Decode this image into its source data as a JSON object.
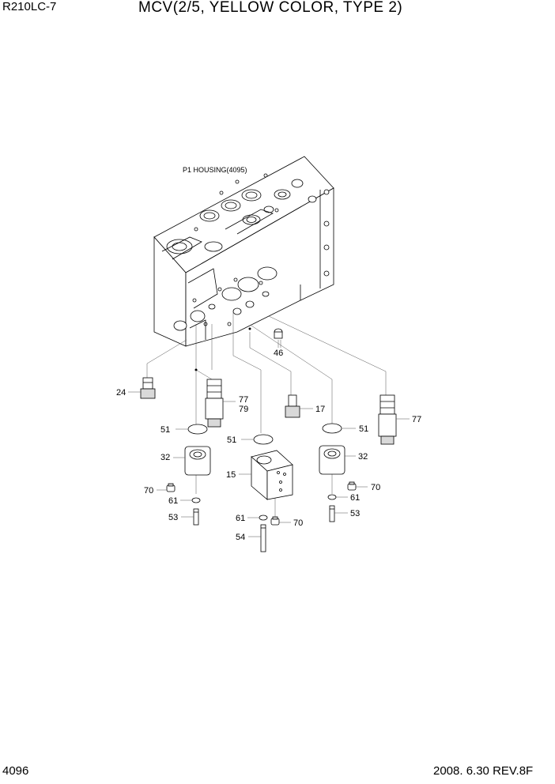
{
  "header": {
    "model": "R210LC-7",
    "title": "MCV(2/5, YELLOW COLOR, TYPE 2)"
  },
  "footer": {
    "page_number": "4096",
    "revision": "2008. 6.30  REV.8F"
  },
  "diagram": {
    "housing_label": "P1 HOUSING(4095)",
    "callouts": {
      "c46": "46",
      "c24": "24",
      "c77a": "77",
      "c79": "79",
      "c17": "17",
      "c77b": "77",
      "c51a": "51",
      "c51b": "51",
      "c51c": "51",
      "c32a": "32",
      "c32b": "32",
      "c15": "15",
      "c70a": "70",
      "c70b": "70",
      "c70c": "70",
      "c61a": "61",
      "c61b": "61",
      "c61c": "61",
      "c53a": "53",
      "c53b": "53",
      "c54": "54"
    }
  }
}
